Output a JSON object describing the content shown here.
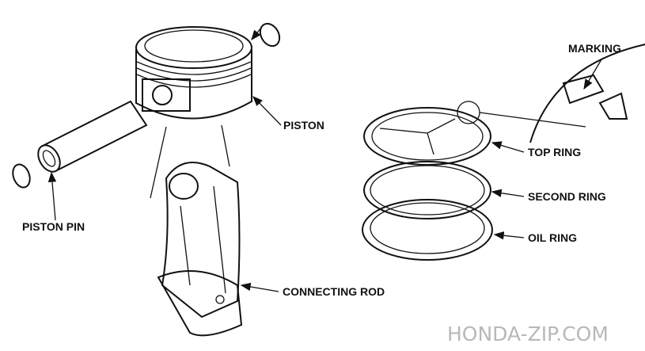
{
  "labels": {
    "marking": "MARKING",
    "piston": "PISTON",
    "top_ring": "TOP RING",
    "second_ring": "SECOND RING",
    "oil_ring": "OIL RING",
    "piston_pin": "PISTON PIN",
    "connecting_rod": "CONNECTING ROD"
  },
  "watermark": "HONDA-ZIP.COM"
}
